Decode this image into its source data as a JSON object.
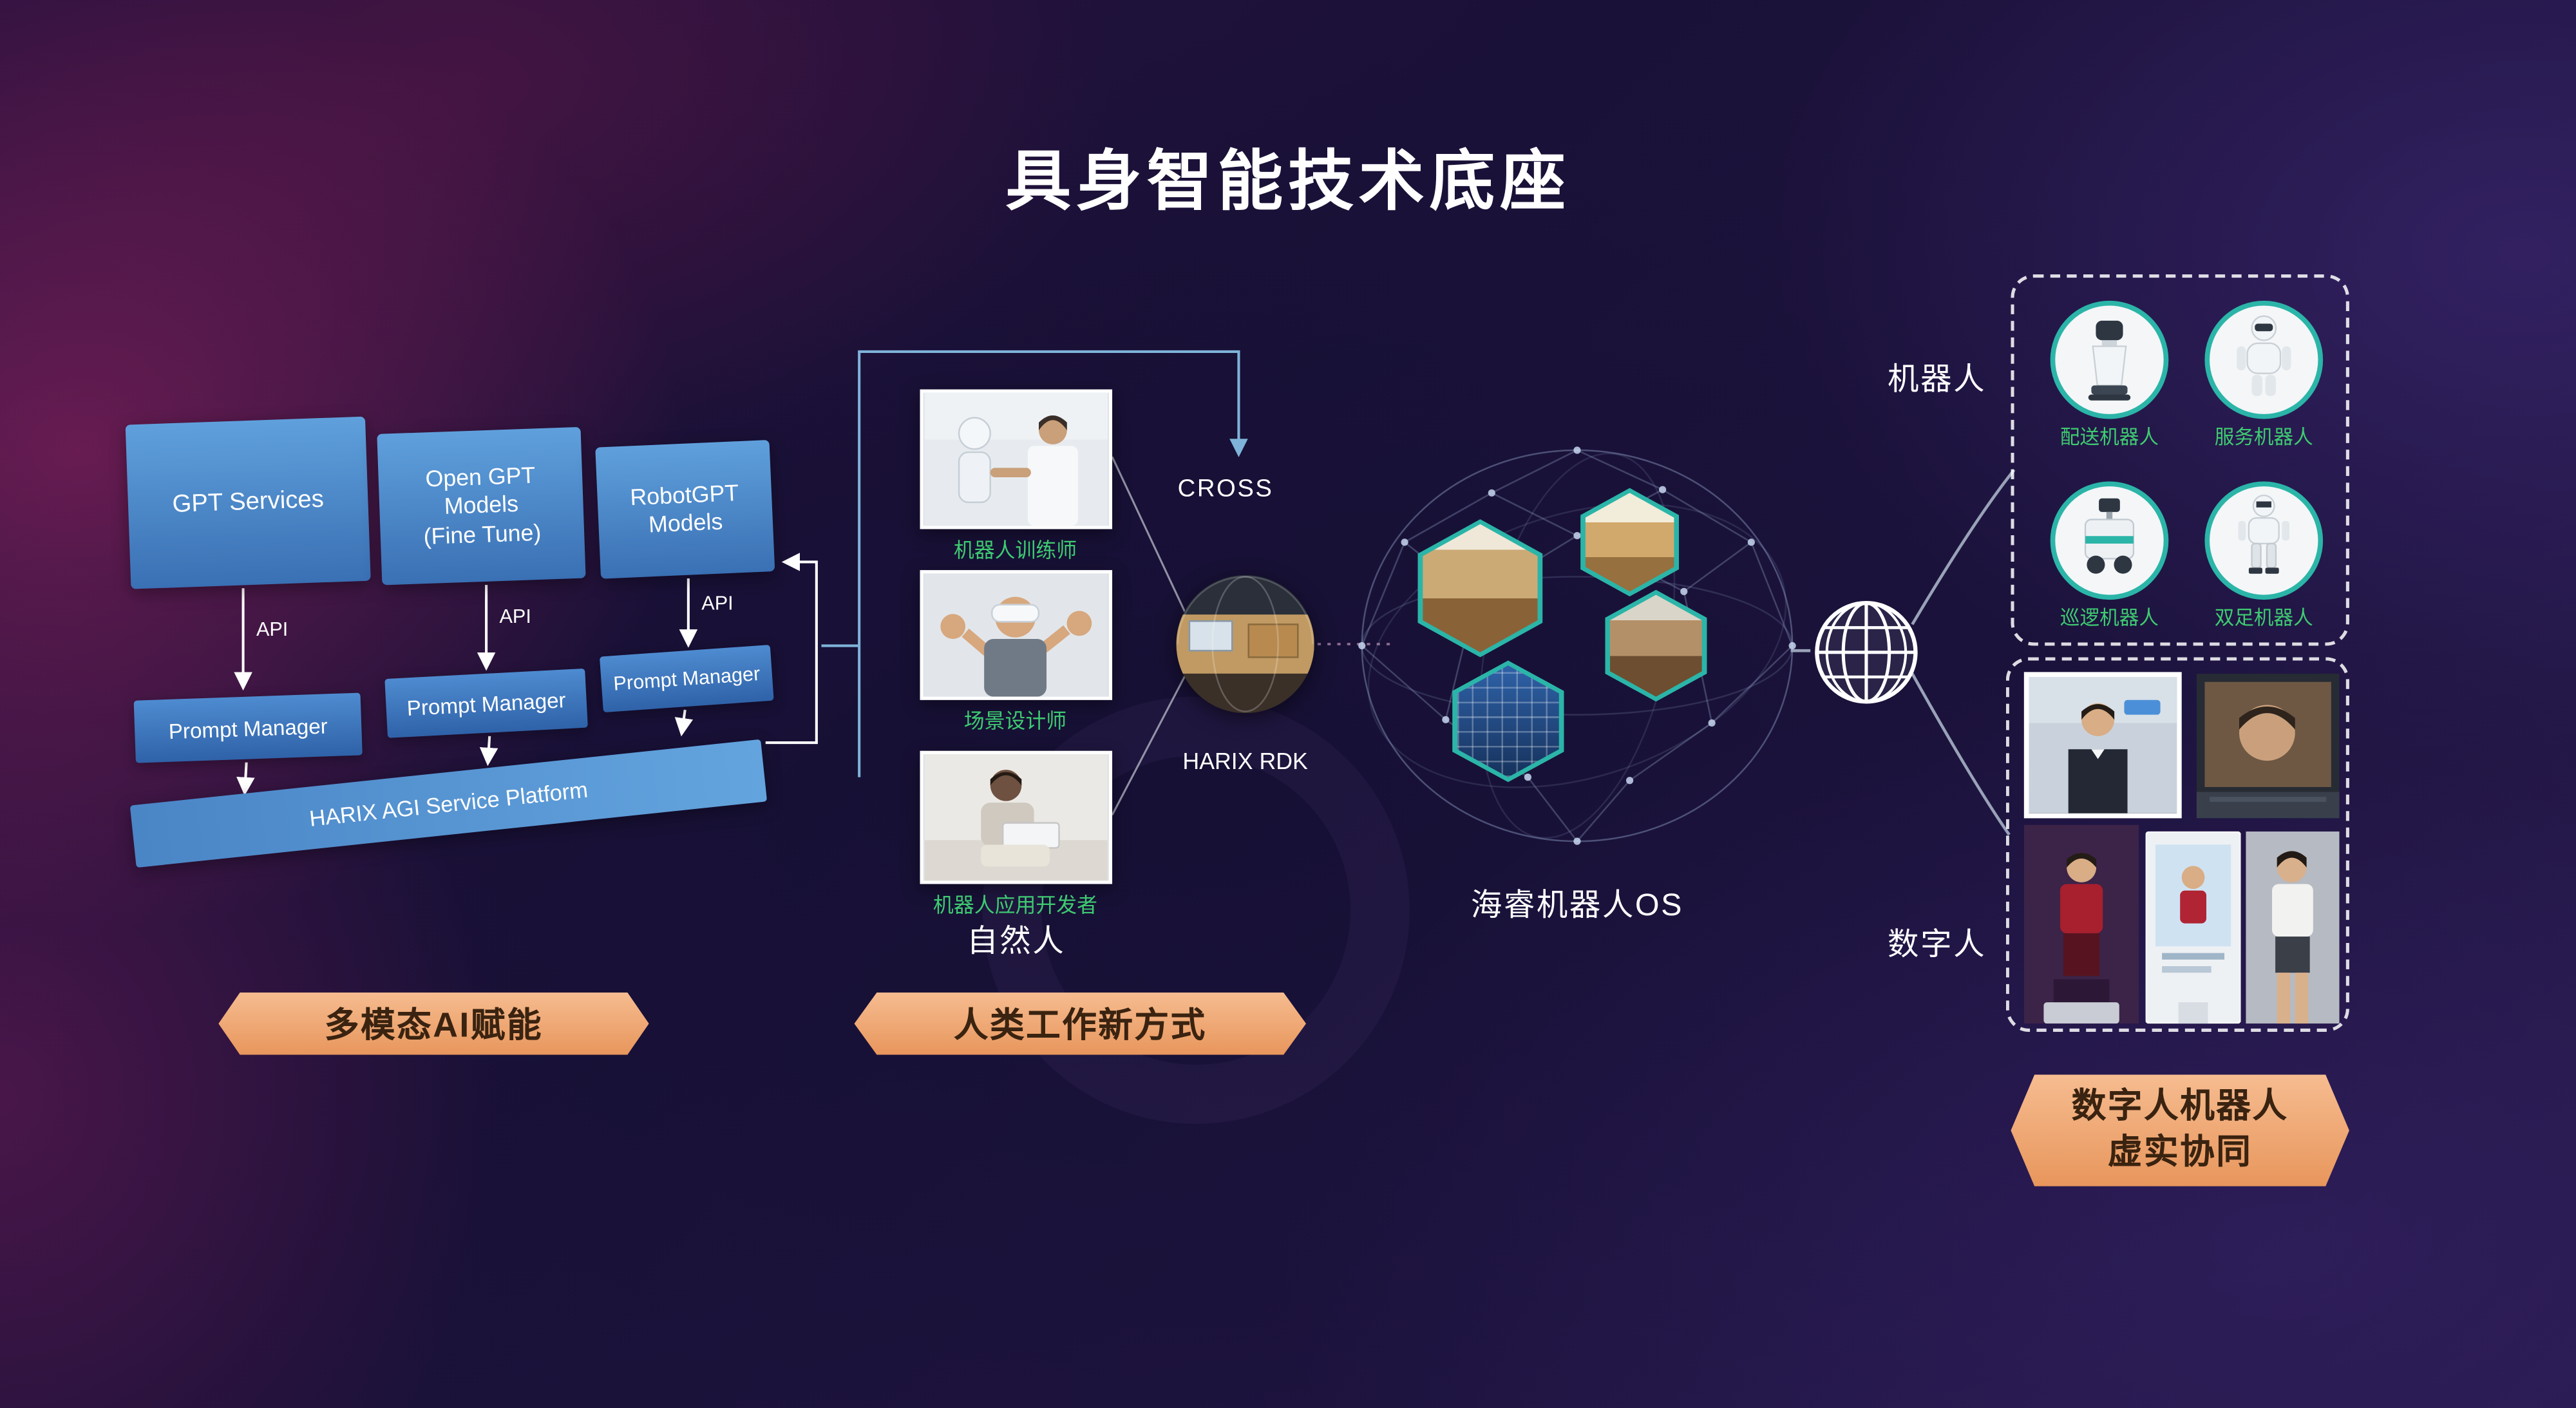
{
  "title": "具身智能技术底座",
  "left": {
    "boxes": {
      "gpt_services": "GPT Services",
      "open_gpt_line1": "Open GPT",
      "open_gpt_line2": "Models",
      "open_gpt_line3": "(Fine Tune)",
      "robotgpt_line1": "RobotGPT",
      "robotgpt_line2": "Models"
    },
    "api_label": "API",
    "prompt_manager_label": "Prompt Manager",
    "platform_label": "HARIX AGI Service Platform",
    "banner": "多模态AI赋能"
  },
  "middle": {
    "photo_captions": [
      "机器人训练师",
      "场景设计师",
      "机器人应用开发者"
    ],
    "group_label": "自然人",
    "cross_label": "CROSS",
    "rdk_label": "HARIX RDK",
    "banner": "人类工作新方式"
  },
  "os": {
    "label": "海睿机器人OS"
  },
  "right": {
    "robot_group_label": "机器人",
    "robot_captions": [
      "配送机器人",
      "服务机器人",
      "巡逻机器人",
      "双足机器人"
    ],
    "digital_group_label": "数字人",
    "banner_line1": "数字人机器人",
    "banner_line2": "虚实协同"
  },
  "colors": {
    "caption_green": "#3ecb71",
    "banner_orange": "#f0a878",
    "box_blue": "#4a86c8",
    "teal_ring": "#2bb5a8",
    "background_dark": "#1a1138"
  }
}
